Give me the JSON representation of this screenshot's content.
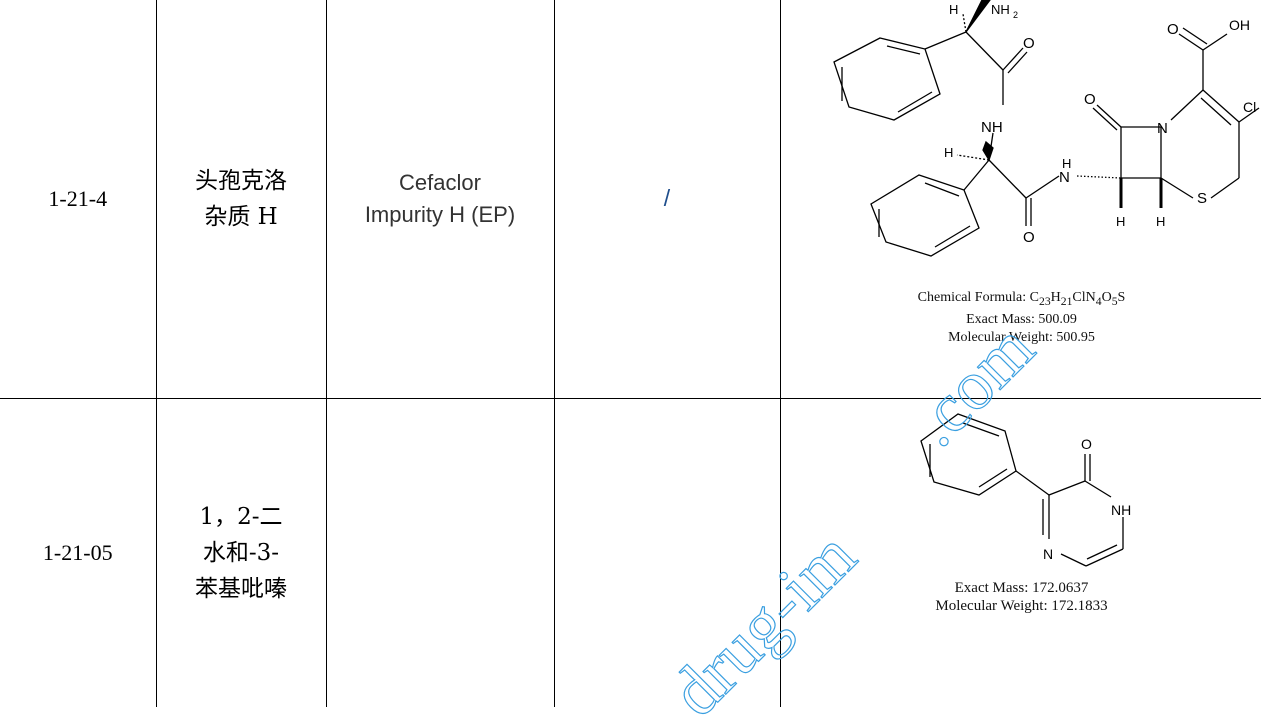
{
  "rows": [
    {
      "id": "1-21-4",
      "name_cn_lines": [
        "头孢克洛",
        "杂质 H"
      ],
      "name_en_lines": [
        "Cefaclor",
        "Impurity H (EP)"
      ],
      "cas": "/",
      "structure": {
        "atom_labels": {
          "h_top": "H",
          "nh2": "NH",
          "nh2_sub": "2",
          "o1": "O",
          "o_acid": "O",
          "oh": "OH",
          "o_lactam": "O",
          "n_ring": "N",
          "cl": "Cl",
          "nh": "NH",
          "h_mid": "H",
          "h_nh": "H",
          "n_amide": "N",
          "s": "S",
          "o2": "O",
          "h_b1": "H",
          "h_b2": "H"
        },
        "formula_label": "Chemical Formula: ",
        "formula_parts": [
          "C",
          "23",
          "H",
          "21",
          "ClN",
          "4",
          "O",
          "5",
          "S"
        ],
        "exact_mass": "Exact Mass: 500.09",
        "mol_weight": "Molecular Weight: 500.95"
      }
    },
    {
      "id": "1-21-05",
      "name_cn_lines": [
        "1，2-二",
        "水和-3-",
        "苯基吡嗪"
      ],
      "name_en_lines": [],
      "cas": "",
      "structure": {
        "atom_labels": {
          "o": "O",
          "nh": "NH",
          "n": "N"
        },
        "exact_mass": "Exact Mass: 172.0637",
        "mol_weight": "Molecular Weight: 172.1833"
      }
    }
  ],
  "watermark": {
    "part1": "drug-im",
    "part2": ".com"
  },
  "colors": {
    "border": "#000000",
    "cas_text": "#1f4e8c",
    "watermark": "#3a9fe0"
  }
}
